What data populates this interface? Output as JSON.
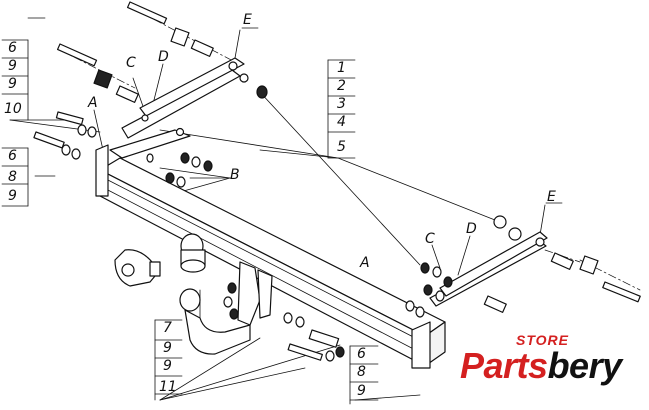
{
  "labels": {
    "left_stack": [
      "6",
      "9",
      "9",
      "10"
    ],
    "left_lower_stack": [
      "6",
      "8",
      "9"
    ],
    "center_stack": [
      "1",
      "2",
      "3",
      "4",
      "5"
    ],
    "bottom_stack": [
      "7",
      "9",
      "9",
      "11"
    ],
    "right_stack": [
      "6",
      "8",
      "9"
    ],
    "letters": {
      "A_left": "A",
      "A_right": "A",
      "B": "B",
      "C_left": "C",
      "C_right": "C",
      "D_left": "D",
      "D_right": "D",
      "E_left": "E",
      "E_right": "E"
    }
  },
  "brand": {
    "store": "STORE",
    "name_part1": "Parts",
    "name_part2": "bery"
  }
}
